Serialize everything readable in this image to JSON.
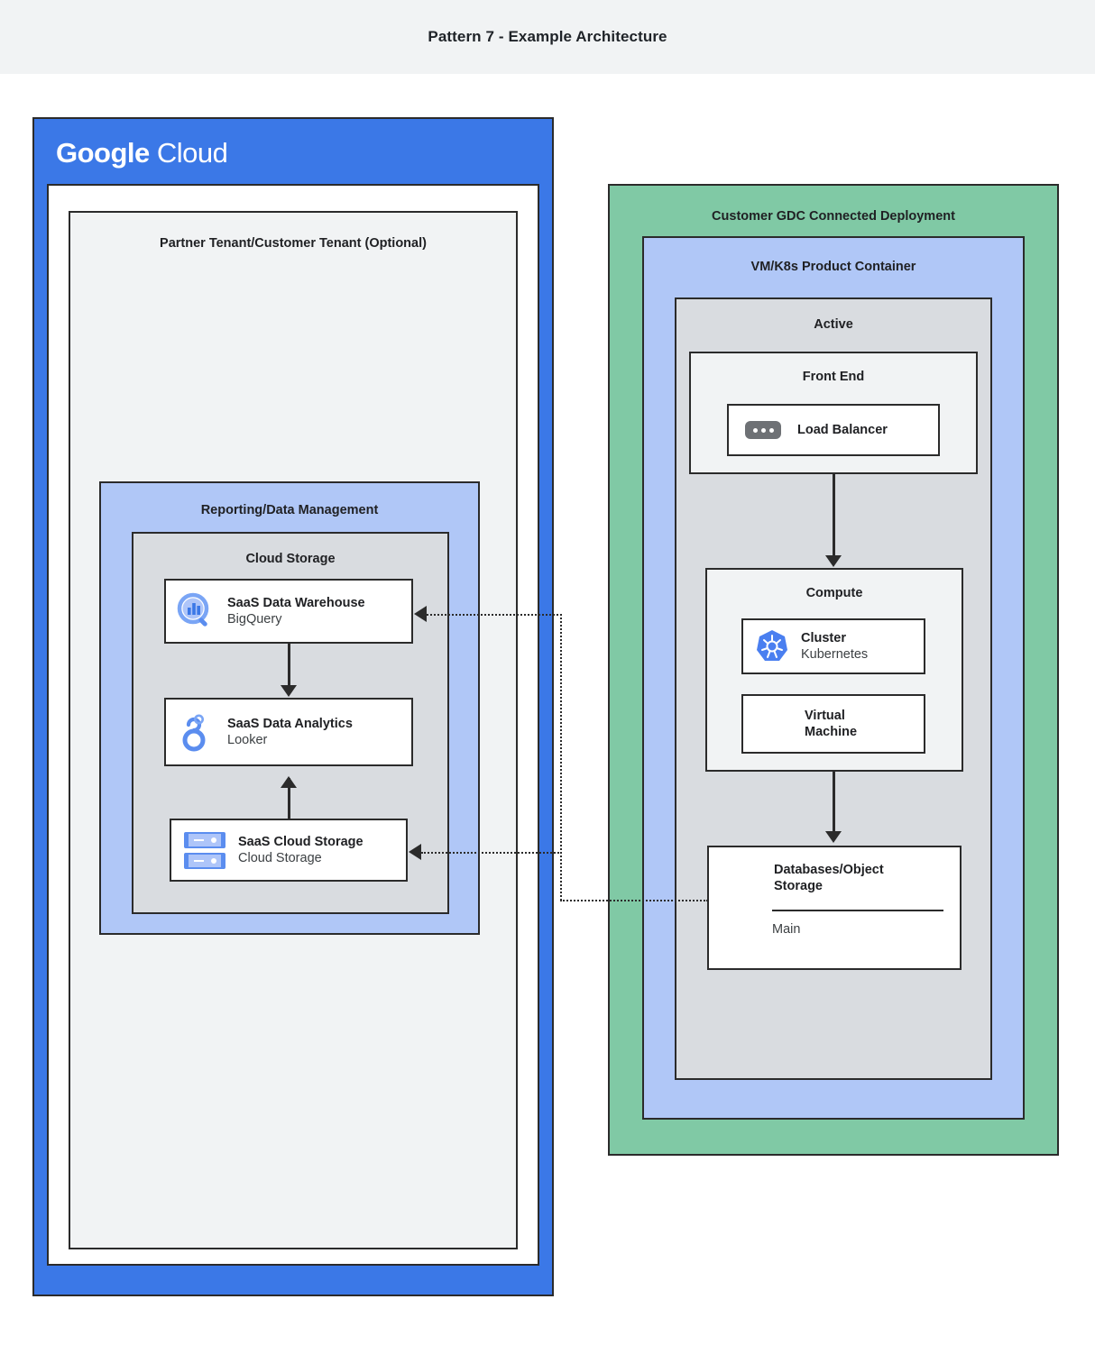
{
  "header": {
    "title": "Pattern 7 - Example Architecture"
  },
  "google_cloud": {
    "logo_bold": "Google",
    "logo_light": "Cloud",
    "tenant_title": "Partner Tenant/Customer Tenant (Optional)",
    "reporting_title": "Reporting/Data Management",
    "cloud_storage_title": "Cloud Storage",
    "nodes": [
      {
        "id": "bigquery",
        "icon": "bigquery-icon",
        "title": "SaaS Data Warehouse",
        "subtitle": "BigQuery"
      },
      {
        "id": "looker",
        "icon": "looker-icon",
        "title": "SaaS Data Analytics",
        "subtitle": "Looker"
      },
      {
        "id": "saas-cloud-storage",
        "icon": "cloud-storage-icon",
        "title": "SaaS Cloud Storage",
        "subtitle": "Cloud Storage"
      }
    ]
  },
  "gdc": {
    "title": "Customer GDC Connected Deployment",
    "container_title": "VM/K8s Product Container",
    "active_title": "Active",
    "frontend_title": "Front End",
    "load_balancer": {
      "icon": "load-balancer-icon",
      "label": "Load Balancer"
    },
    "compute_title": "Compute",
    "cluster": {
      "icon": "kubernetes-icon",
      "title": "Cluster",
      "subtitle": "Kubernetes"
    },
    "virtual_machine": {
      "icon": "server-icon",
      "line1": "Virtual",
      "line2": "Machine"
    },
    "database": {
      "icon": "server-icon",
      "line1": "Databases/Object",
      "line2": "Storage",
      "footer": "Main"
    }
  },
  "colors": {
    "header_bg": "#f1f3f4",
    "google_blue": "#3b78e7",
    "light_blue": "#b0c7f7",
    "gray": "#d9dce0",
    "light_gray": "#f1f3f4",
    "green": "#80c9a5",
    "stroke": "#2b2b2b",
    "accent_blue": "#5b8def",
    "icon_gray": "#6e7175"
  }
}
